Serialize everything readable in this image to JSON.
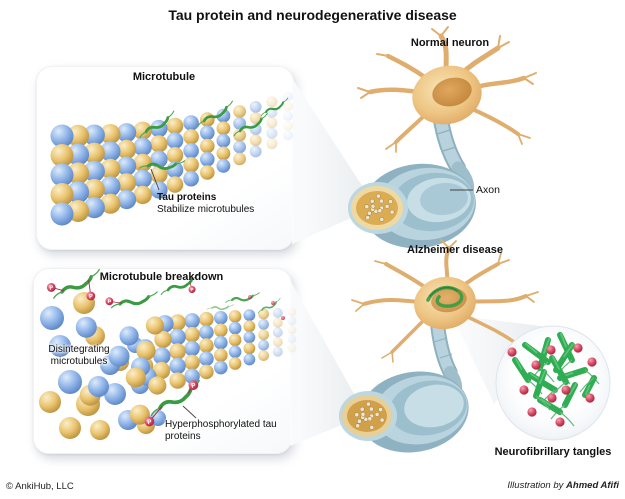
{
  "title": "Tau protein and neurodegenerative disease",
  "panel_microtubule": {
    "title": "Microtubule",
    "tau_label": "Tau proteins",
    "tau_sublabel": "Stabilize microtubules"
  },
  "panel_breakdown": {
    "title": "Microtubule breakdown",
    "disintegrating_label": "Disintegrating microtubules",
    "hyperphosphorylated_label": "Hyperphosphorylated tau proteins"
  },
  "neurons": {
    "normal_label": "Normal neuron",
    "axon_label": "Axon",
    "alzheimer_label": "Alzheimer disease",
    "tangles_label": "Neurofibrillary tangles"
  },
  "phosphate_symbol": "P",
  "footer": {
    "copyright": "© AnkiHub, LLC",
    "credit_prefix": "Illustration by ",
    "credit_name": "Ahmed Afifi"
  },
  "colors": {
    "tubulin_blue": "#8fb4e8",
    "tubulin_yellow": "#e9c36e",
    "tau_green": "#3b9b42",
    "phosphate_red": "#d84a62",
    "neuron_body": "#ecc07e",
    "axon_myelin": "#a9c6d3",
    "tangle_green": "#2fad52"
  }
}
